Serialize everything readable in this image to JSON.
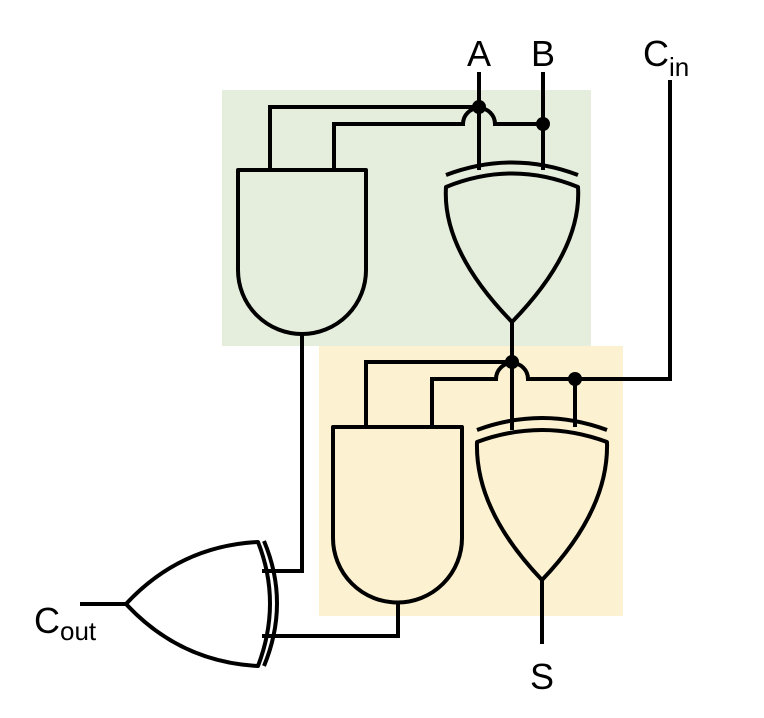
{
  "labels": {
    "input_a": "A",
    "input_b": "B",
    "carry_in_main": "C",
    "carry_in_sub": "in",
    "carry_out_main": "C",
    "carry_out_sub": "out",
    "sum": "S"
  },
  "colors": {
    "half_adder_1_fill": "#e5eedc",
    "half_adder_2_fill": "#fcf1d1",
    "stroke": "#000000"
  }
}
